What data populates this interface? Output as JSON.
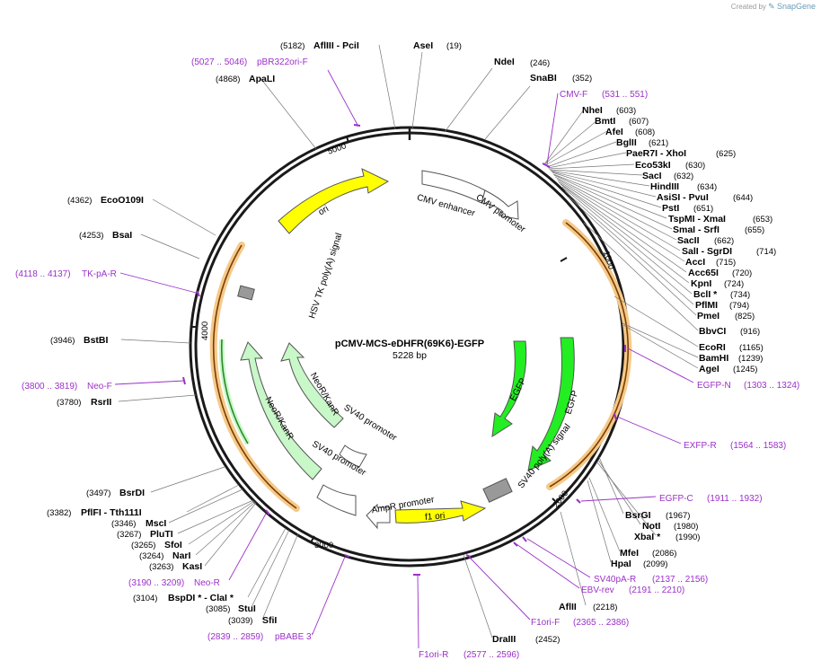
{
  "credit": {
    "prefix": "Created by",
    "brand": "SnapGene"
  },
  "plasmid": {
    "name": "pCMV-MCS-eDHFR(69K6)-EGFP",
    "size_label": "5228 bp"
  },
  "ticks": [
    "1000",
    "2000",
    "3000",
    "4000",
    "5000"
  ],
  "enzymes": [
    {
      "name": "AseI",
      "pos": "(19)"
    },
    {
      "name": "NdeI",
      "pos": "(246)"
    },
    {
      "name": "SnaBI",
      "pos": "(352)"
    },
    {
      "name": "NheI",
      "pos": "(603)"
    },
    {
      "name": "BmtI",
      "pos": "(607)"
    },
    {
      "name": "AfeI",
      "pos": "(608)"
    },
    {
      "name": "BglII",
      "pos": "(621)"
    },
    {
      "name": "PaeR7I  - XhoI",
      "pos": "(625)"
    },
    {
      "name": "Eco53kI",
      "pos": "(630)"
    },
    {
      "name": "SacI",
      "pos": "(632)"
    },
    {
      "name": "HindIII",
      "pos": "(634)"
    },
    {
      "name": "AsiSI  - PvuI",
      "pos": "(644)"
    },
    {
      "name": "PstI",
      "pos": "(651)"
    },
    {
      "name": "TspMI  - XmaI",
      "pos": "(653)"
    },
    {
      "name": "SmaI  - SrfI",
      "pos": "(655)"
    },
    {
      "name": "SacII",
      "pos": "(662)"
    },
    {
      "name": "SalI  - SgrDI",
      "pos": "(714)"
    },
    {
      "name": "AccI",
      "pos": "(715)"
    },
    {
      "name": "Acc65I",
      "pos": "(720)"
    },
    {
      "name": "KpnI",
      "pos": "(724)"
    },
    {
      "name": "BclI *",
      "pos": "(734)"
    },
    {
      "name": "PflMI",
      "pos": "(794)"
    },
    {
      "name": "PmeI",
      "pos": "(825)"
    },
    {
      "name": "BbvCI",
      "pos": "(916)"
    },
    {
      "name": "EcoRI",
      "pos": "(1165)"
    },
    {
      "name": "BamHI",
      "pos": "(1239)"
    },
    {
      "name": "AgeI",
      "pos": "(1245)"
    },
    {
      "name": "BsrGI",
      "pos": "(1967)"
    },
    {
      "name": "NotI",
      "pos": "(1980)"
    },
    {
      "name": "XbaI *",
      "pos": "(1990)"
    },
    {
      "name": "MfeI",
      "pos": "(2086)"
    },
    {
      "name": "HpaI",
      "pos": "(2099)"
    },
    {
      "name": "AflII",
      "pos": "(2218)"
    },
    {
      "name": "DraIII",
      "pos": "(2452)"
    },
    {
      "name": "SfiI",
      "pos": "(3039)"
    },
    {
      "name": "StuI",
      "pos": "(3085)"
    },
    {
      "name": "BspDI *  - ClaI *",
      "pos": "(3104)"
    },
    {
      "name": "KasI",
      "pos": "(3263)"
    },
    {
      "name": "NarI",
      "pos": "(3264)"
    },
    {
      "name": "SfoI",
      "pos": "(3265)"
    },
    {
      "name": "PluTI",
      "pos": "(3267)"
    },
    {
      "name": "MscI",
      "pos": "(3346)"
    },
    {
      "name": "PflFI  - Tth111I",
      "pos": "(3382)"
    },
    {
      "name": "BsrDI",
      "pos": "(3497)"
    },
    {
      "name": "RsrII",
      "pos": "(3780)"
    },
    {
      "name": "BstBI",
      "pos": "(3946)"
    },
    {
      "name": "BsaI",
      "pos": "(4253)"
    },
    {
      "name": "EcoO109I",
      "pos": "(4362)"
    },
    {
      "name": "ApaLI",
      "pos": "(4868)"
    },
    {
      "name": "AflIII  - PciI",
      "pos": "(5182)"
    }
  ],
  "primers": [
    {
      "name": "CMV-F",
      "range": "(531 .. 551)"
    },
    {
      "name": "EGFP-N",
      "range": "(1303 .. 1324)"
    },
    {
      "name": "EXFP-R",
      "range": "(1564 .. 1583)"
    },
    {
      "name": "EGFP-C",
      "range": "(1911 .. 1932)"
    },
    {
      "name": "SV40pA-R",
      "range": "(2137 .. 2156)"
    },
    {
      "name": "EBV-rev",
      "range": "(2191 .. 2210)"
    },
    {
      "name": "F1ori-F",
      "range": "(2365 .. 2386)"
    },
    {
      "name": "F1ori-R",
      "range": "(2577 .. 2596)"
    },
    {
      "name": "pBABE 3'",
      "range": "(2839 .. 2859)"
    },
    {
      "name": "Neo-R",
      "range": "(3190 .. 3209)"
    },
    {
      "name": "Neo-F",
      "range": "(3800 .. 3819)"
    },
    {
      "name": "TK-pA-R",
      "range": "(4118 .. 4137)"
    },
    {
      "name": "pBR322ori-F",
      "range": "(5027 .. 5046)"
    }
  ],
  "features": [
    {
      "name": "CMV enhancer"
    },
    {
      "name": "CMV promoter"
    },
    {
      "name": "EGFP"
    },
    {
      "name": "EGFP"
    },
    {
      "name": "SV40 poly(A) signal"
    },
    {
      "name": "f1 ori"
    },
    {
      "name": "AmpR promoter"
    },
    {
      "name": "SV40 promoter"
    },
    {
      "name": "SV40 promoter"
    },
    {
      "name": "NeoR/KanR"
    },
    {
      "name": "NeoR/KanR"
    },
    {
      "name": "HSV TK poly(A) signal"
    },
    {
      "name": "ori"
    }
  ],
  "colors": {
    "ring": "#1a1a1a",
    "primer": "#9b30c8",
    "ori": "#ffff00",
    "gfp": "#22ee22",
    "neo": "#c8f7c8",
    "orf_highlight": "#f5c98a",
    "orf_arrow": "#7a3e00",
    "terminator": "#999999",
    "promoter": "#ffffff"
  }
}
